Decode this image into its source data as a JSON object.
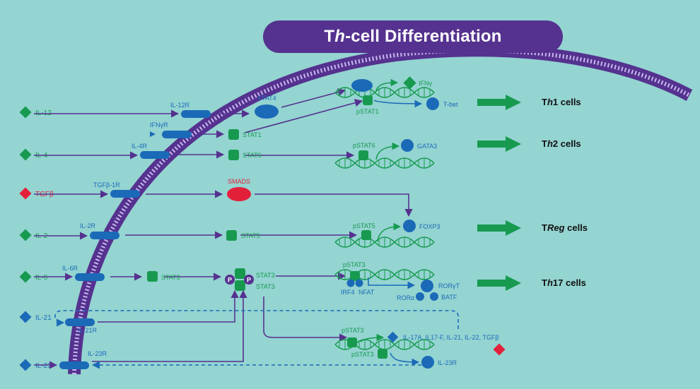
{
  "title": {
    "prefix": "T",
    "italic": "h",
    "suffix": "-cell Differentiation"
  },
  "colors": {
    "background": "#94d4d1",
    "purple": "#55328f",
    "green": "#179a50",
    "blue": "#1b6ab8",
    "red": "#e3203a"
  },
  "cytokines": [
    "IL-12",
    "IL-4",
    "TGFβ",
    "IL-2",
    "IL-6",
    "IL-21",
    "IL-23"
  ],
  "receptors": [
    "IL-12R",
    "IFNγR",
    "IL-4R",
    "TGFβ-1R",
    "IL-2R",
    "IL-6R",
    "IL-21R",
    "IL-23R"
  ],
  "signals": {
    "stat4": "STAT4",
    "stat1": "STAT1",
    "stat6": "STAT6",
    "smads": "SMADS",
    "stat5": "STAT5",
    "stat3": "STAT3",
    "stat3_dimer_a": "STAT3",
    "stat3_dimer_b": "STAT3",
    "phospho": "P"
  },
  "nuclear": {
    "pstat1": "pSTAT1",
    "ifng": "IFNγ",
    "tbet": "T-bet",
    "pstat6": "pSTAT6",
    "gata3": "GATA3",
    "pstat5": "pSTAT5",
    "foxp3": "FOXP3",
    "pstat3": "pSTAT3",
    "irf4": "IRF4",
    "nfat": "NFAT",
    "rorgt": "RORγT",
    "rora": "RORα",
    "batf": "BATF",
    "pstat3_b": "pSTAT3",
    "pstat3_c": "pSTAT3",
    "il17_list": "IL-17A, IL17-F, IL-21, IL-22, TGFβ",
    "il23r": "IL-23R"
  },
  "outputs": [
    {
      "prefix": "T",
      "italic": "h",
      "suffix": "1 cells"
    },
    {
      "prefix": "T",
      "italic": "h",
      "suffix": "2 cells"
    },
    {
      "prefix": "T",
      "italic": "Reg",
      "suffix": " cells"
    },
    {
      "prefix": "T",
      "italic": "h",
      "suffix": "17 cells"
    }
  ]
}
